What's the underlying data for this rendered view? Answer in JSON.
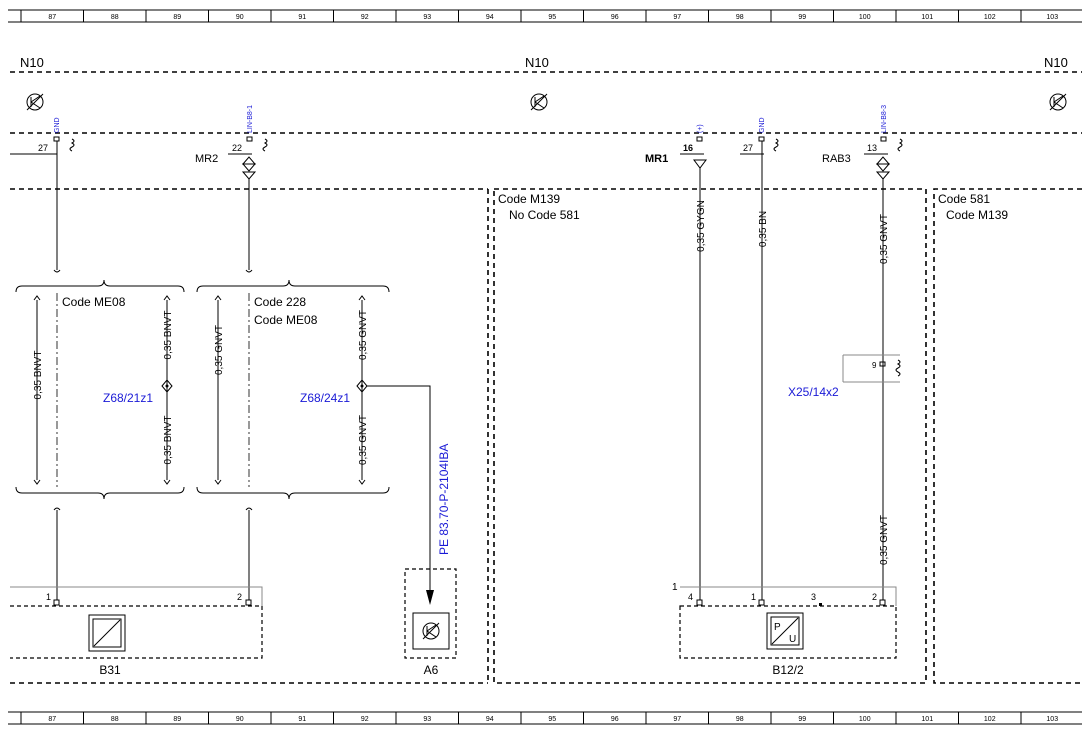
{
  "ruler": [
    "87",
    "88",
    "89",
    "90",
    "91",
    "92",
    "93",
    "94",
    "95",
    "96",
    "97",
    "98",
    "99",
    "100",
    "101",
    "102",
    "103"
  ],
  "module": {
    "name_left": "N10",
    "name_mid": "N10",
    "name_right": "N10"
  },
  "pins": {
    "p27a": {
      "num": "27",
      "signal": "GND"
    },
    "p22": {
      "num": "22",
      "signal": "LIN-B8-1",
      "connector": "MR2"
    },
    "p16": {
      "num": "16",
      "signal": "(+)",
      "connector": "MR1"
    },
    "p27b": {
      "num": "27",
      "signal": "GND"
    },
    "p13": {
      "num": "13",
      "signal": "LIN-B8-3",
      "connector": "RAB3"
    }
  },
  "codes": {
    "m139_title": "Code M139",
    "m139_sub": "No Code 581",
    "c581_title": "Code 581",
    "c581_sub": "Code M139",
    "me08": "Code ME08",
    "c228_title": "Code 228",
    "c228_sub": "Code ME08"
  },
  "wires": {
    "w1": "0,35 BNVT",
    "w2": "0,35 BNVT",
    "w3": "0,35 BNVT",
    "w4": "0,35 GNVT",
    "w5": "0,35 GNVT",
    "w6": "0,35 GNVT",
    "w7": "0,35 GYGN",
    "w8": "0,35 BN",
    "w9": "0,35 GNVT",
    "w10": "0,35 GNVT"
  },
  "splices": {
    "z1": "Z68/21z1",
    "z2": "Z68/24z1"
  },
  "connector_x25": {
    "label": "X25/14x2",
    "pin": "9"
  },
  "ref_link": "PE 83.70-P-2104IBA",
  "components": {
    "b31": {
      "label": "B31",
      "pin1": "1",
      "pin2": "2"
    },
    "a6": {
      "label": "A6"
    },
    "b12": {
      "label": "B12/2",
      "pin_left": "1",
      "pin4": "4",
      "pin1": "1",
      "pin3": "3",
      "pin2": "2"
    }
  }
}
